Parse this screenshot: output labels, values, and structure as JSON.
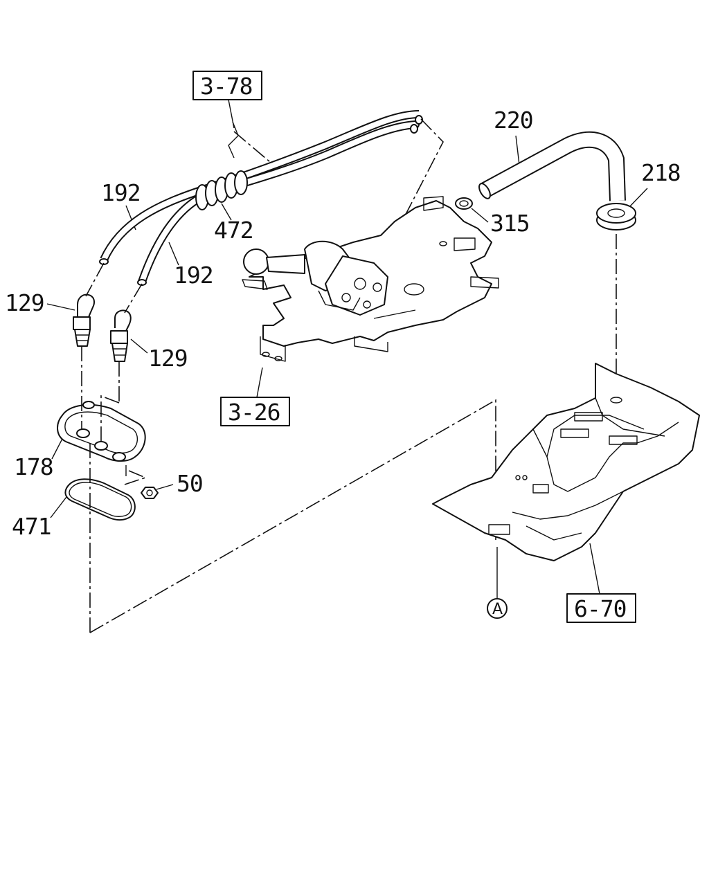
{
  "references": {
    "ref_3_78": "3-78",
    "ref_3_26": "3-26",
    "ref_6_70": "6-70",
    "circle_a": "A"
  },
  "parts": {
    "p220": "220",
    "p218": "218",
    "p315": "315",
    "p192_upper": "192",
    "p192_lower": "192",
    "p472": "472",
    "p129_left": "129",
    "p129_right": "129",
    "p178": "178",
    "p50": "50",
    "p471": "471"
  },
  "colors": {
    "line": "#111111",
    "background": "#ffffff"
  }
}
